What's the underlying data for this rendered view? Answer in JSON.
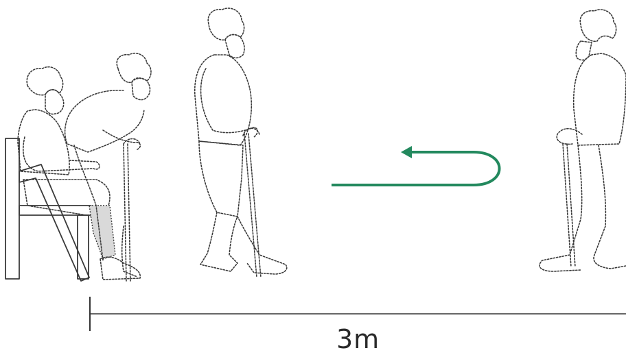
{
  "diagram": {
    "distance_label": "3m",
    "colors": {
      "arrow": "#23895e",
      "figure_outline": "#3a3a3a",
      "chair_fill": "#ffffff",
      "leg_shading": "#d9d9d9",
      "measure_line": "#333333"
    },
    "figures": [
      "seated-person",
      "standing-up-person",
      "walking-person",
      "turning-person"
    ]
  }
}
